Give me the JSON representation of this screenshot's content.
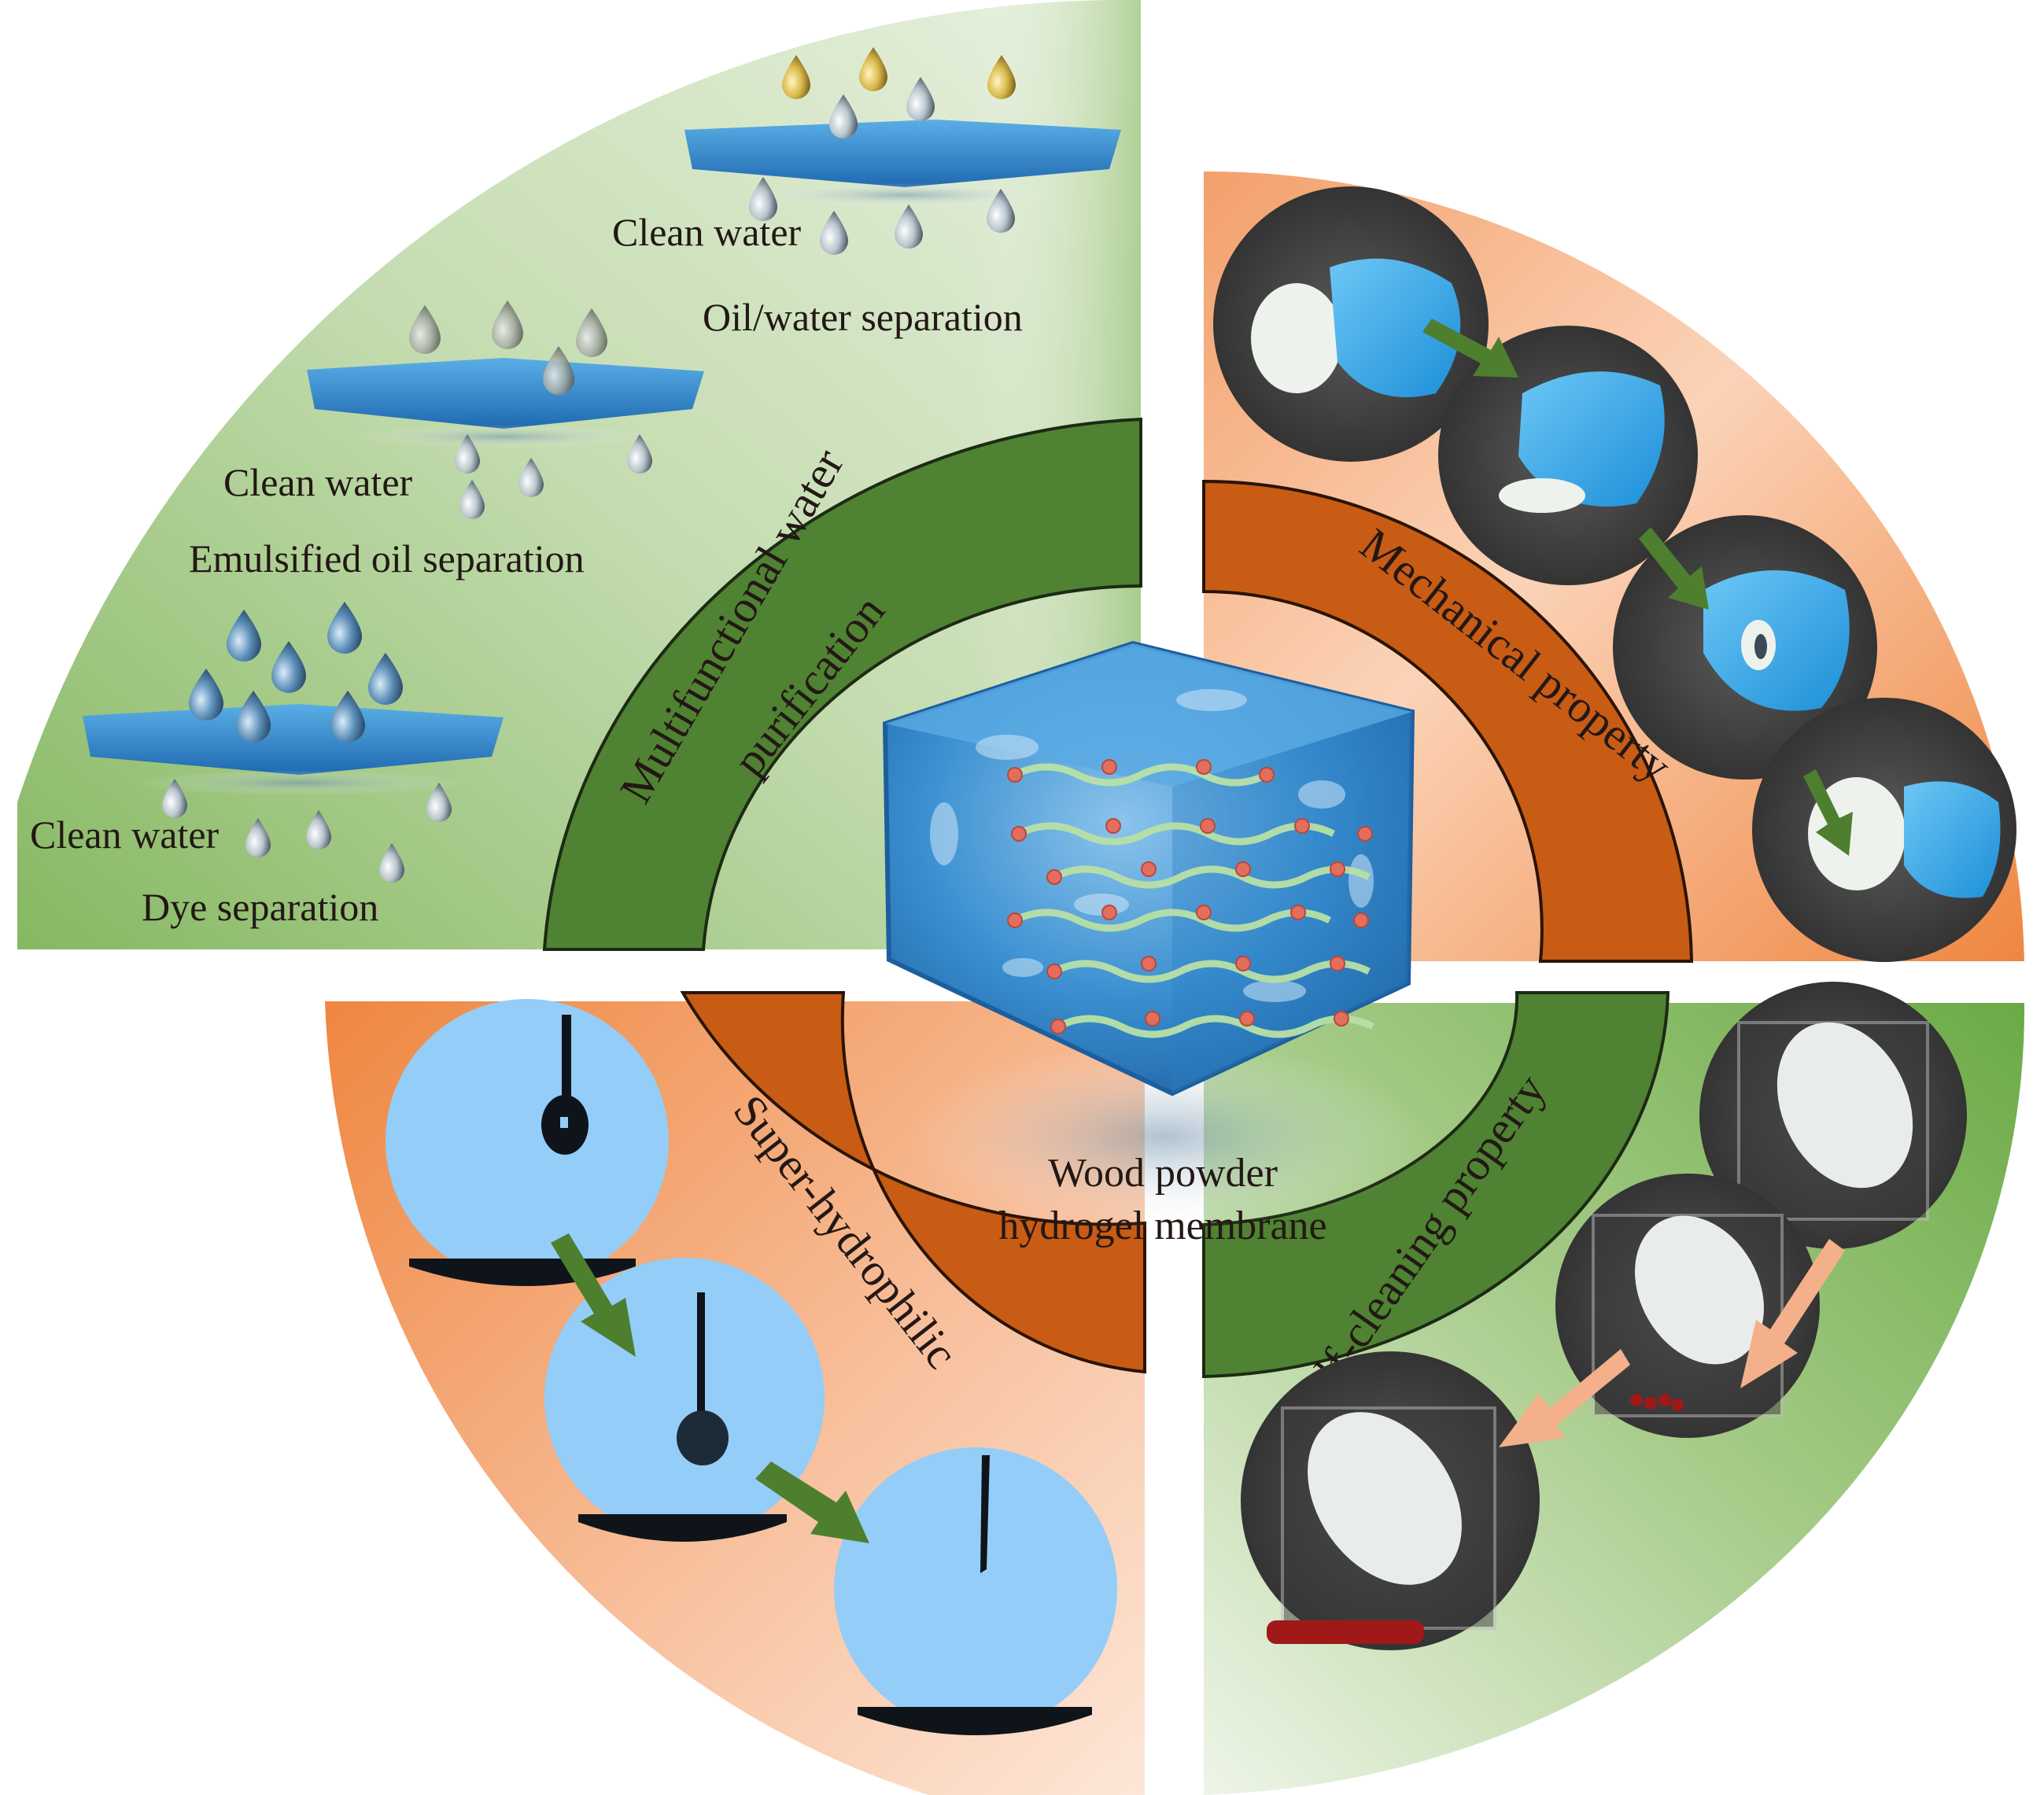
{
  "figure": {
    "center": {
      "title_line1": "Wood powder",
      "title_line2": "hydrogel membrane",
      "image": "hydrogel-cube-illustration"
    },
    "quadrants": [
      {
        "id": "water-purification",
        "band_label_line1": "Multifunctional water",
        "band_label_line2": "purification",
        "theme": "green",
        "items": [
          {
            "input_label": "Oil/water separation",
            "output_label": "Clean water",
            "drop_colors": [
              "#d9b94a",
              "#b8c4cc"
            ]
          },
          {
            "input_label": "Emulsified oil separation",
            "output_label": "Clean water",
            "drop_colors": [
              "#a7aea5",
              "#b8c4cc"
            ]
          },
          {
            "input_label": "Dye separation",
            "output_label": "Clean water",
            "drop_colors": [
              "#5d8fb8",
              "#b8c4cc"
            ]
          }
        ]
      },
      {
        "id": "mechanical",
        "band_label": "Mechanical property",
        "theme": "orange",
        "photos": [
          "membrane-flat",
          "membrane-folded",
          "membrane-rolled",
          "membrane-recovered"
        ]
      },
      {
        "id": "super-hydrophilic",
        "band_label": "Super-hydrophilic",
        "theme": "orange",
        "photos": [
          "droplet-hanging",
          "droplet-contact",
          "droplet-absorbed"
        ]
      },
      {
        "id": "self-cleaning",
        "band_label": "Self-cleaning property",
        "theme": "green",
        "photos": [
          "membrane-in-water",
          "membrane-releasing-dye",
          "membrane-cleaned"
        ]
      }
    ],
    "colors": {
      "green_band": "#4f8232",
      "green_panel_dark": "#86b862",
      "green_panel_light": "#e6f0de",
      "orange_band": "#c85c14",
      "orange_panel_dark": "#ef8640",
      "orange_panel_light": "#fde7d8",
      "arrow_green": "#4e7f2e",
      "arrow_peach": "#f4b08a",
      "droplet_bg": "#94cdf8",
      "hydrogel_blue": "#3a8fd0"
    }
  }
}
